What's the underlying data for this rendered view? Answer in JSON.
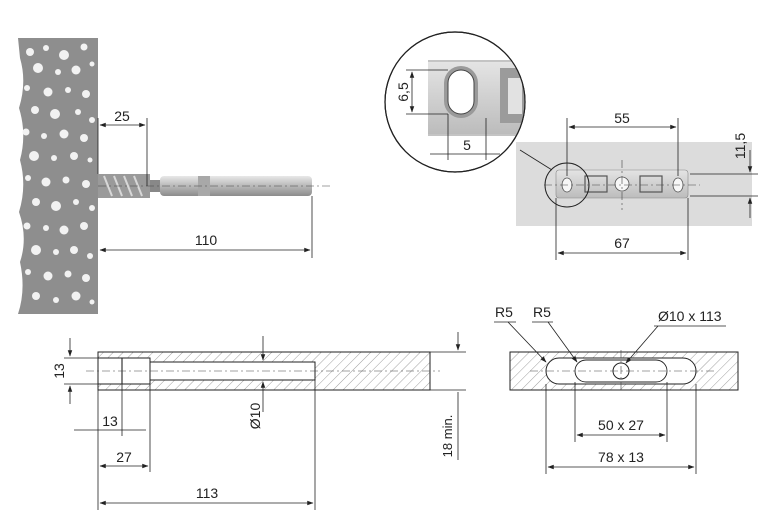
{
  "side_view": {
    "dim_embed": "25",
    "dim_length": "110"
  },
  "detail_view": {
    "dim_slot_height": "6,5",
    "dim_slot_width": "5",
    "dim_hole_spacing": "55",
    "dim_plate_height": "11,5",
    "dim_plate_length": "67"
  },
  "section_view": {
    "dim_counterbore": "13",
    "dim_counterbore_depth": "13",
    "dim_depth_27": "27",
    "dim_total_depth": "113",
    "dim_diameter": "Ø10",
    "dim_wall_min": "18 min."
  },
  "slot_view": {
    "label_r5_left": "R5",
    "label_r5_right": "R5",
    "label_hole": "Ø10 x 113",
    "dim_inner_slot": "50 x 27",
    "dim_outer_slot": "78 x 13"
  }
}
